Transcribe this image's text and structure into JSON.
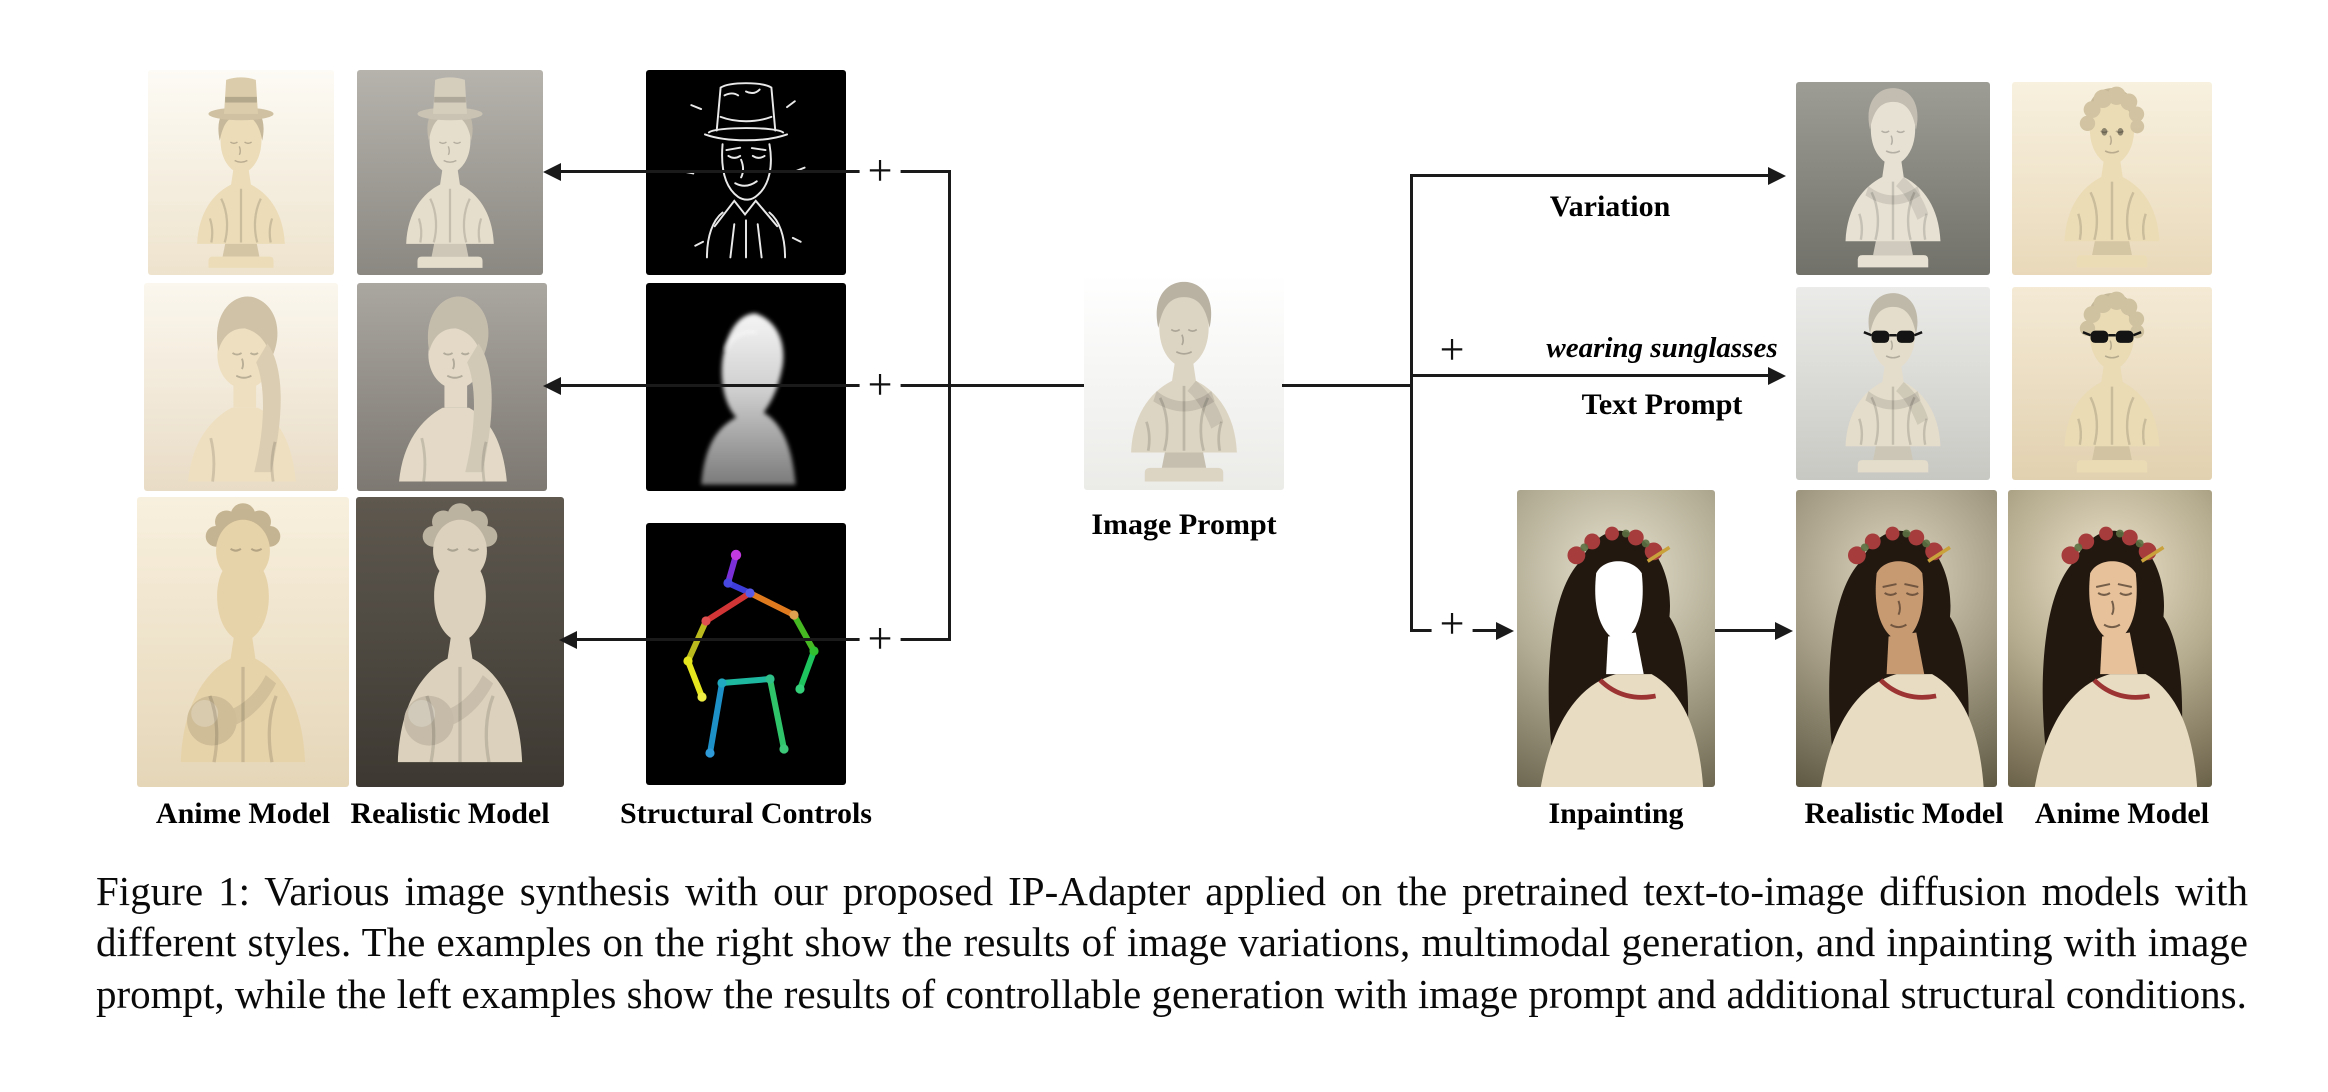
{
  "labels": {
    "anime_model_left": "Anime Model",
    "realistic_model_left": "Realistic Model",
    "structural_controls": "Structural Controls",
    "image_prompt": "Image Prompt",
    "variation": "Variation",
    "wearing_sunglasses": "wearing sunglasses",
    "text_prompt": "Text Prompt",
    "inpainting": "Inpainting",
    "realistic_model_right": "Realistic Model",
    "anime_model_right": "Anime Model"
  },
  "symbols": {
    "plus": "+"
  },
  "caption": {
    "text": "Figure 1: Various image synthesis with our proposed IP-Adapter applied on the pretrained text-to-image diffusion models with different styles. The examples on the right show the results of image variations, multimodal generation, and inpainting with image prompt, while the left examples show the results of controllable generation with image prompt and additional structural conditions."
  },
  "colors": {
    "page_background": "#ffffff",
    "line": "#1a1a1a"
  }
}
